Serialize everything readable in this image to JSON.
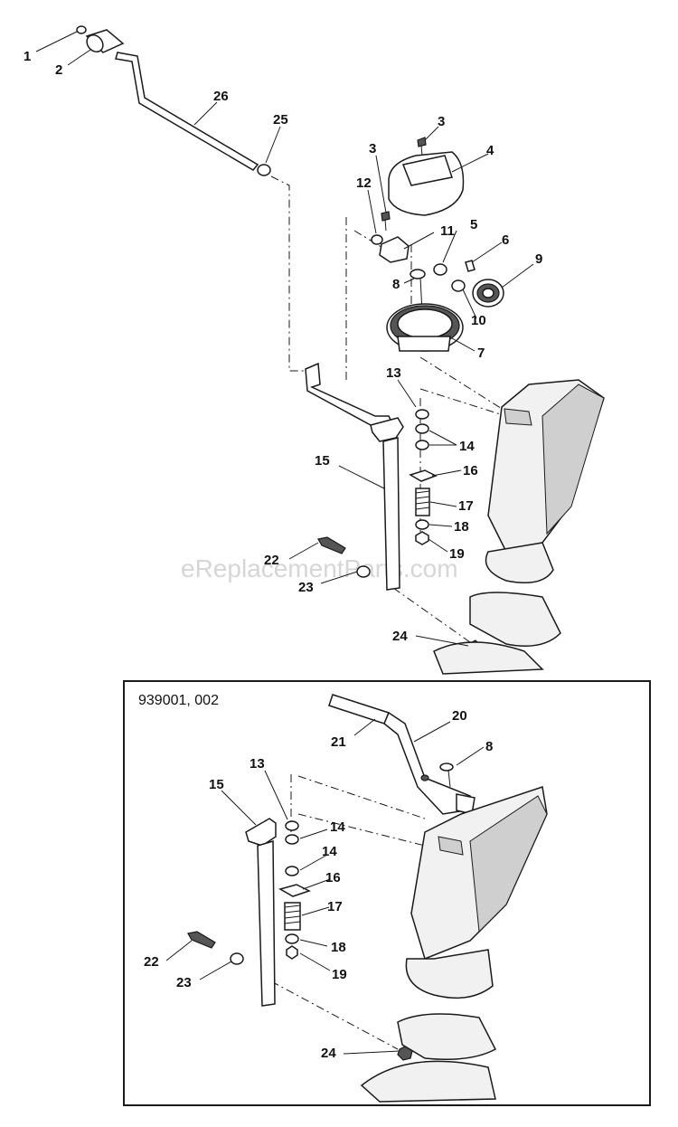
{
  "watermark": "eReplacementParts.com",
  "inset": {
    "model_label": "939001, 002"
  },
  "main_callouts": [
    "1",
    "2",
    "26",
    "25",
    "3",
    "4",
    "3",
    "12",
    "11",
    "5",
    "6",
    "9",
    "8",
    "10",
    "7",
    "13",
    "14",
    "15",
    "16",
    "17",
    "18",
    "19",
    "22",
    "23",
    "24"
  ],
  "inset_callouts": [
    "20",
    "21",
    "8",
    "15",
    "13",
    "14",
    "14",
    "16",
    "17",
    "22",
    "18",
    "23",
    "19",
    "24"
  ]
}
